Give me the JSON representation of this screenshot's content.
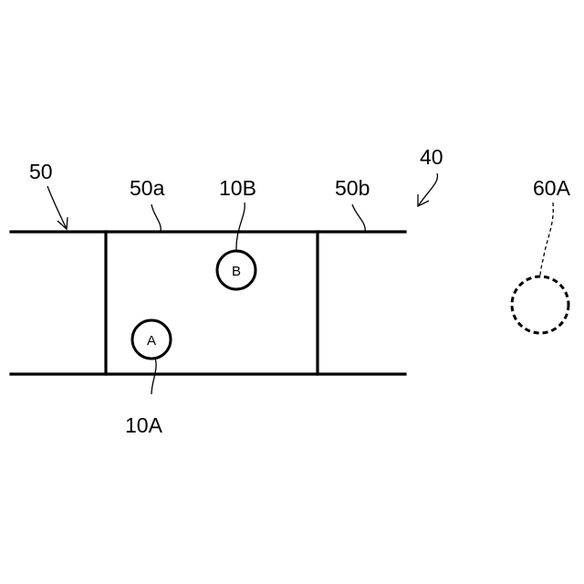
{
  "labels": {
    "road": "50",
    "segment_a": "50a",
    "point_b": "10B",
    "segment_b": "50b",
    "region": "40",
    "remote_point": "60A",
    "point_a": "10A"
  },
  "markers": {
    "a": "A",
    "b": "B"
  }
}
